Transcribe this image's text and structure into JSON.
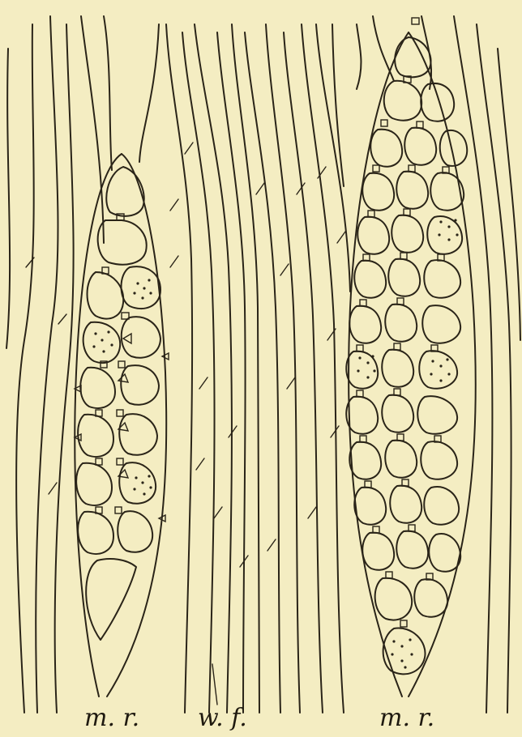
{
  "figure": {
    "labels": {
      "medullary_ray_left": "m. r.",
      "wood_fibre": "w. f.",
      "medullary_ray_right": "m. r."
    },
    "colors": {
      "paper": "#f4edc2",
      "ink": "#2a2418"
    }
  }
}
